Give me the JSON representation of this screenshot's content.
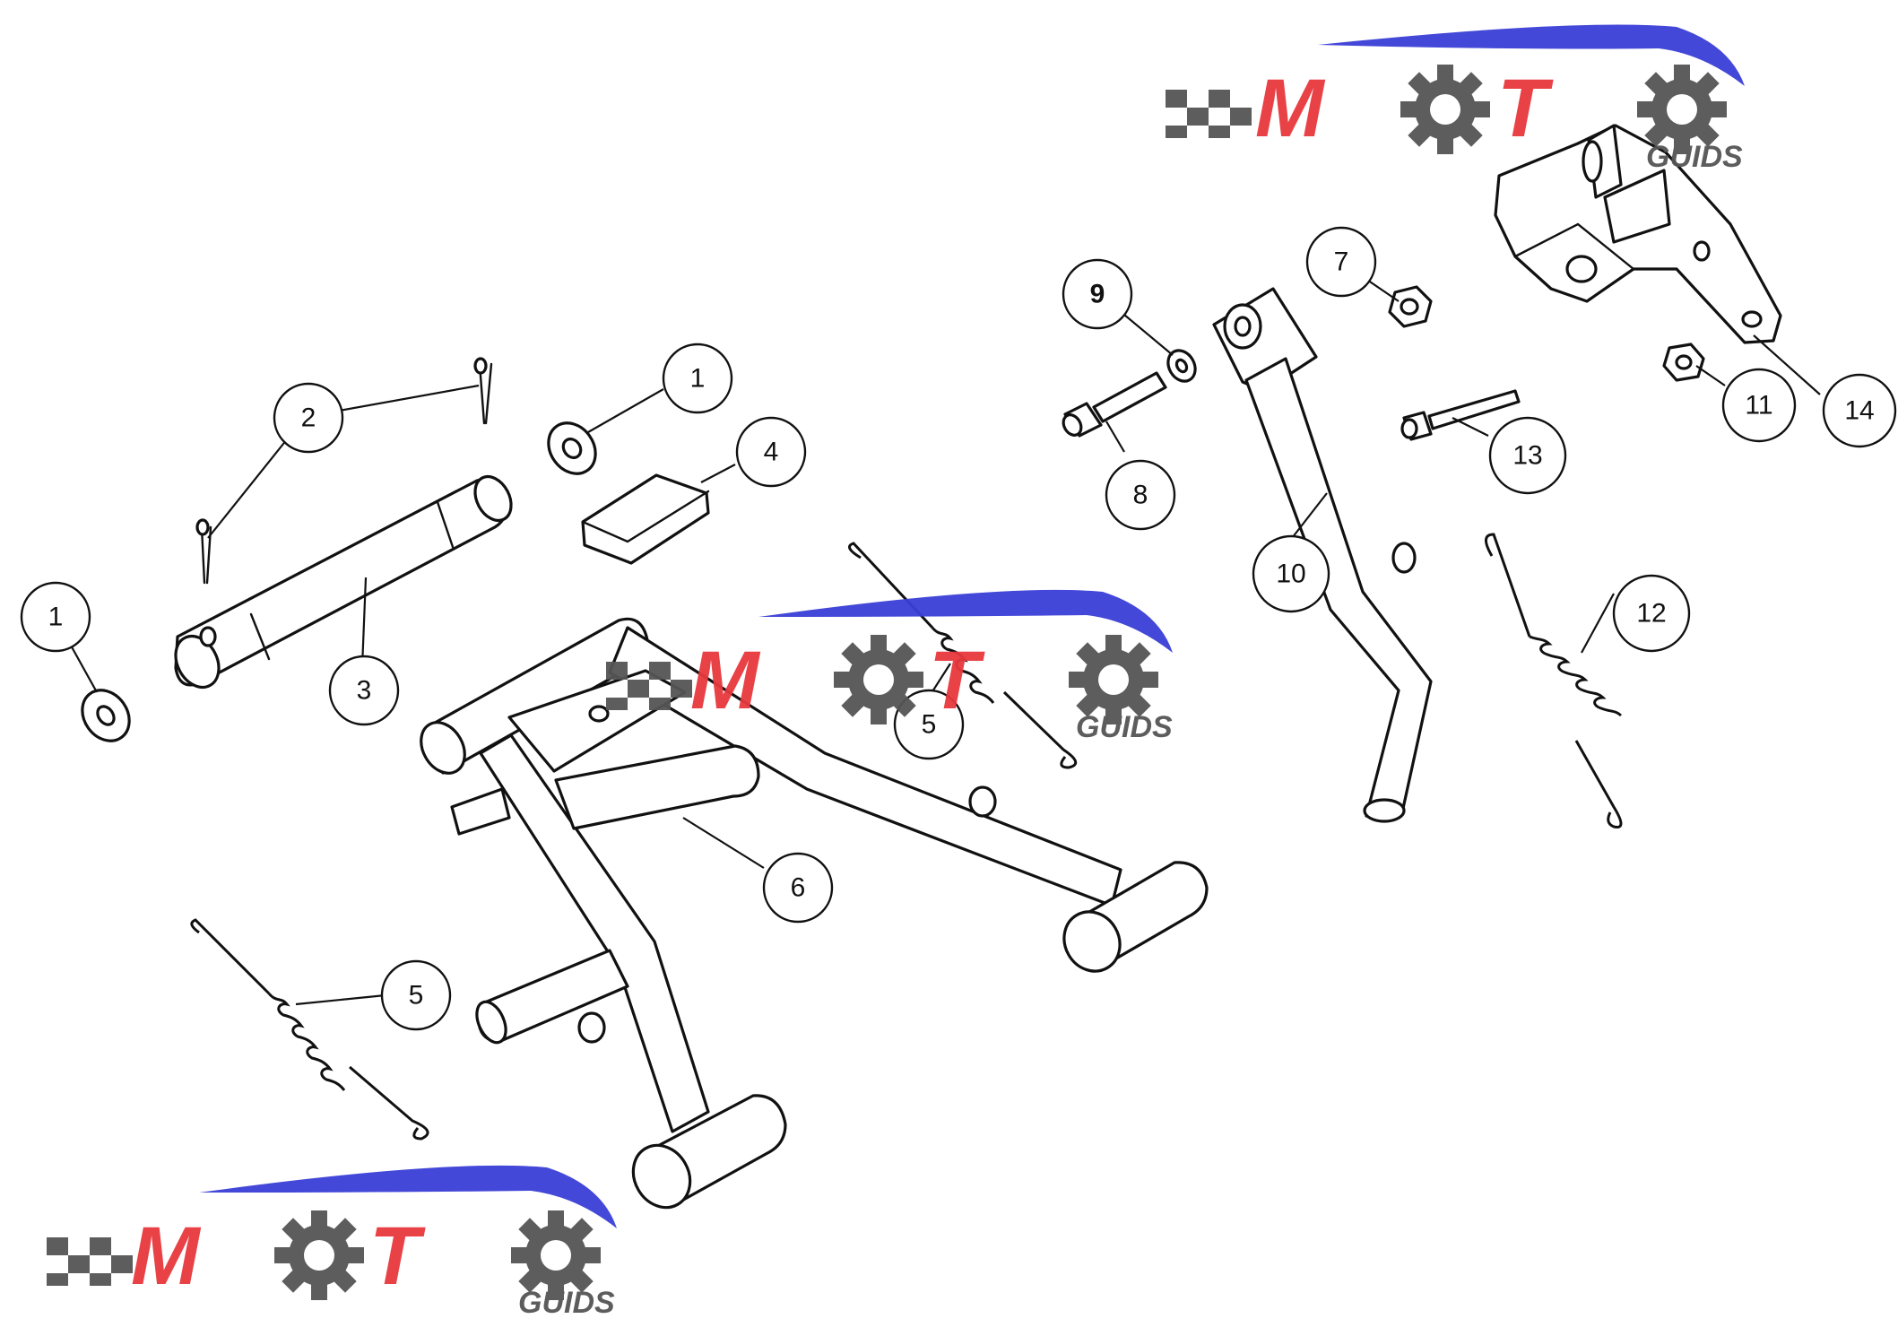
{
  "callouts": [
    {
      "id": "callout-1a",
      "label": "1"
    },
    {
      "id": "callout-1b",
      "label": "1"
    },
    {
      "id": "callout-2",
      "label": "2"
    },
    {
      "id": "callout-3",
      "label": "3"
    },
    {
      "id": "callout-4",
      "label": "4"
    },
    {
      "id": "callout-5a",
      "label": "5"
    },
    {
      "id": "callout-5b",
      "label": "5"
    },
    {
      "id": "callout-6",
      "label": "6"
    },
    {
      "id": "callout-7",
      "label": "7"
    },
    {
      "id": "callout-8",
      "label": "8"
    },
    {
      "id": "callout-9",
      "label": "9"
    },
    {
      "id": "callout-10",
      "label": "10"
    },
    {
      "id": "callout-11",
      "label": "11"
    },
    {
      "id": "callout-12",
      "label": "12"
    },
    {
      "id": "callout-13",
      "label": "13"
    },
    {
      "id": "callout-14",
      "label": "14"
    }
  ],
  "watermark": {
    "text_main": "MOTO",
    "text_sub": "GUIDS",
    "colors": {
      "red": "#e8383d",
      "blue": "#3b3fd6",
      "gray": "#555555"
    }
  },
  "colors": {
    "line": "#111111",
    "background": "#ffffff"
  }
}
